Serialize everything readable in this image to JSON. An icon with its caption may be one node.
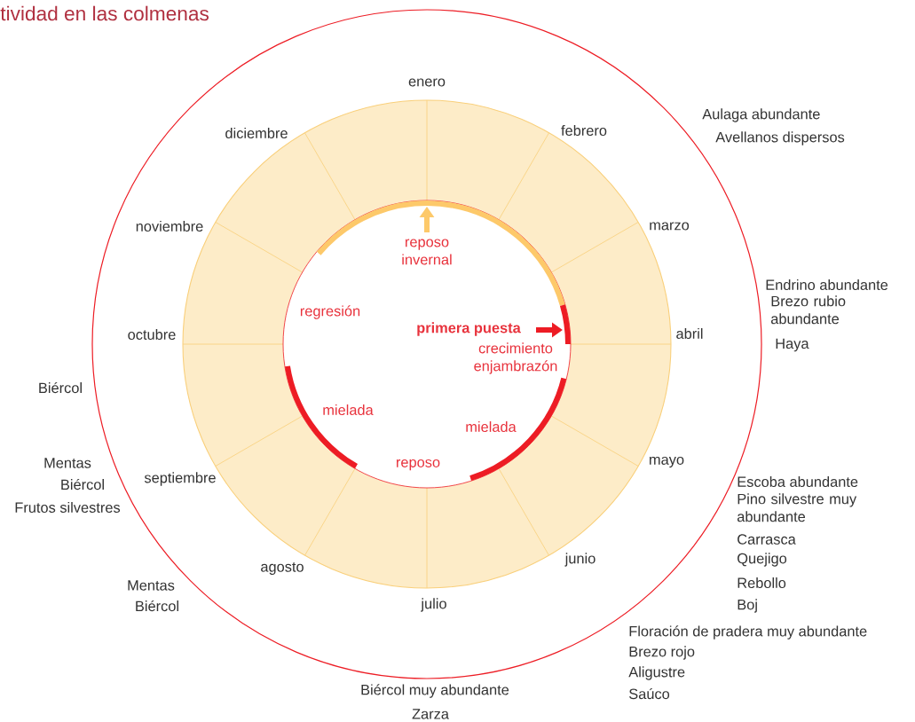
{
  "diagram": {
    "title": "tividad en las colmenas",
    "labels": [
      "enero",
      "febrero",
      "marzo",
      "abril",
      "mayo",
      "junio",
      "julio",
      "agosto",
      "septiembre",
      "octubre",
      "noviembre",
      "diciembre",
      "reposo invernal",
      "regresión",
      "primera puesta",
      "crecimiento enjambrazón",
      "mielada",
      "mielada",
      "reposo",
      "Aulaga abundante",
      "Avellanos dispersos",
      "Endrino abundante",
      "Brezo rubio abundante",
      "Haya",
      "Escoba abundante",
      "Pino silvestre muy abundante",
      "Carrasca",
      "Quejigo",
      "Rebollo",
      "Boj",
      "Floración de pradera muy abundante",
      "Brezo rojo",
      "Aligustre",
      "Saúco",
      "Biércol muy abundante",
      "Zarza",
      "Biércol",
      "Mentas",
      "Biércol",
      "Frutos silvestres",
      "Mentas",
      "Biércol"
    ]
  }
}
